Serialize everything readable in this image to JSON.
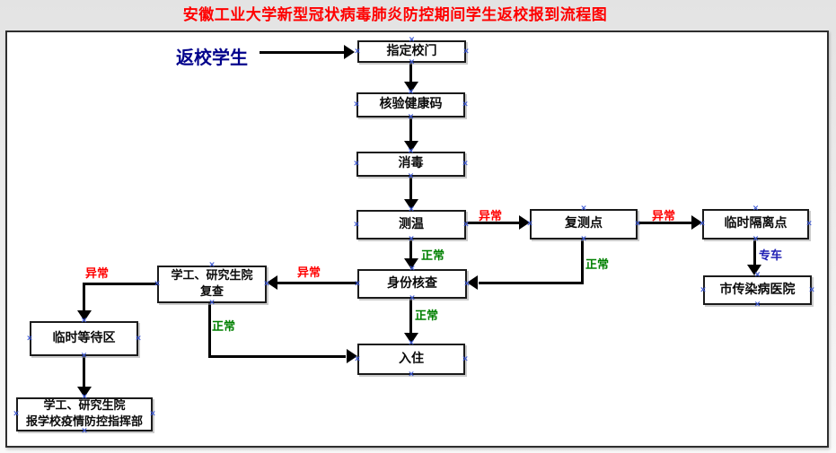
{
  "title": {
    "text": "安徽工业大学新型冠状病毒肺炎防控期间学生返校报到流程图"
  },
  "start": {
    "text": "返校学生"
  },
  "colors": {
    "title": "#ff0000",
    "start_text": "#00008b",
    "abnormal": "#ff0000",
    "normal": "#008000",
    "vehicle": "#1f1fb4",
    "handle": "#3a56d4",
    "node_border": "#1b1b1b"
  },
  "nodes": [
    {
      "id": "designated-gate",
      "lines": [
        "指定校门"
      ]
    },
    {
      "id": "health-code-check",
      "lines": [
        "核验健康码"
      ]
    },
    {
      "id": "disinfection",
      "lines": [
        "消毒"
      ]
    },
    {
      "id": "temperature-check",
      "lines": [
        "测温"
      ]
    },
    {
      "id": "retest-point",
      "lines": [
        "复测点"
      ]
    },
    {
      "id": "temporary-isolation-point",
      "lines": [
        "临时隔离点"
      ]
    },
    {
      "id": "city-infectious-disease-hospital",
      "lines": [
        "市传染病医院"
      ]
    },
    {
      "id": "identity-verification",
      "lines": [
        "身份核查"
      ]
    },
    {
      "id": "student-affairs-recheck",
      "lines": [
        "学工、研究生院",
        "复查"
      ]
    },
    {
      "id": "temporary-waiting-area",
      "lines": [
        "临时等待区"
      ]
    },
    {
      "id": "report-command-center",
      "lines": [
        "学工、研究生院",
        "报学校疫情防控指挥部"
      ]
    },
    {
      "id": "check-in",
      "lines": [
        "入住"
      ]
    }
  ],
  "edges": [
    {
      "from": "start",
      "to": "designated-gate",
      "label": ""
    },
    {
      "from": "designated-gate",
      "to": "health-code-check",
      "label": ""
    },
    {
      "from": "health-code-check",
      "to": "disinfection",
      "label": ""
    },
    {
      "from": "disinfection",
      "to": "temperature-check",
      "label": ""
    },
    {
      "from": "temperature-check",
      "to": "retest-point",
      "label": "异常",
      "kind": "abnormal"
    },
    {
      "from": "retest-point",
      "to": "temporary-isolation-point",
      "label": "异常",
      "kind": "abnormal"
    },
    {
      "from": "temporary-isolation-point",
      "to": "city-infectious-disease-hospital",
      "label": "专车",
      "kind": "vehicle"
    },
    {
      "from": "temperature-check",
      "to": "identity-verification",
      "label": "正常",
      "kind": "normal"
    },
    {
      "from": "retest-point",
      "to": "identity-verification",
      "label": "正常",
      "kind": "normal"
    },
    {
      "from": "identity-verification",
      "to": "student-affairs-recheck",
      "label": "异常",
      "kind": "abnormal"
    },
    {
      "from": "student-affairs-recheck",
      "to": "temporary-waiting-area",
      "label": "异常",
      "kind": "abnormal"
    },
    {
      "from": "temporary-waiting-area",
      "to": "report-command-center",
      "label": ""
    },
    {
      "from": "student-affairs-recheck",
      "to": "check-in",
      "label": "正常",
      "kind": "normal"
    },
    {
      "from": "identity-verification",
      "to": "check-in",
      "label": "正常",
      "kind": "normal"
    }
  ]
}
